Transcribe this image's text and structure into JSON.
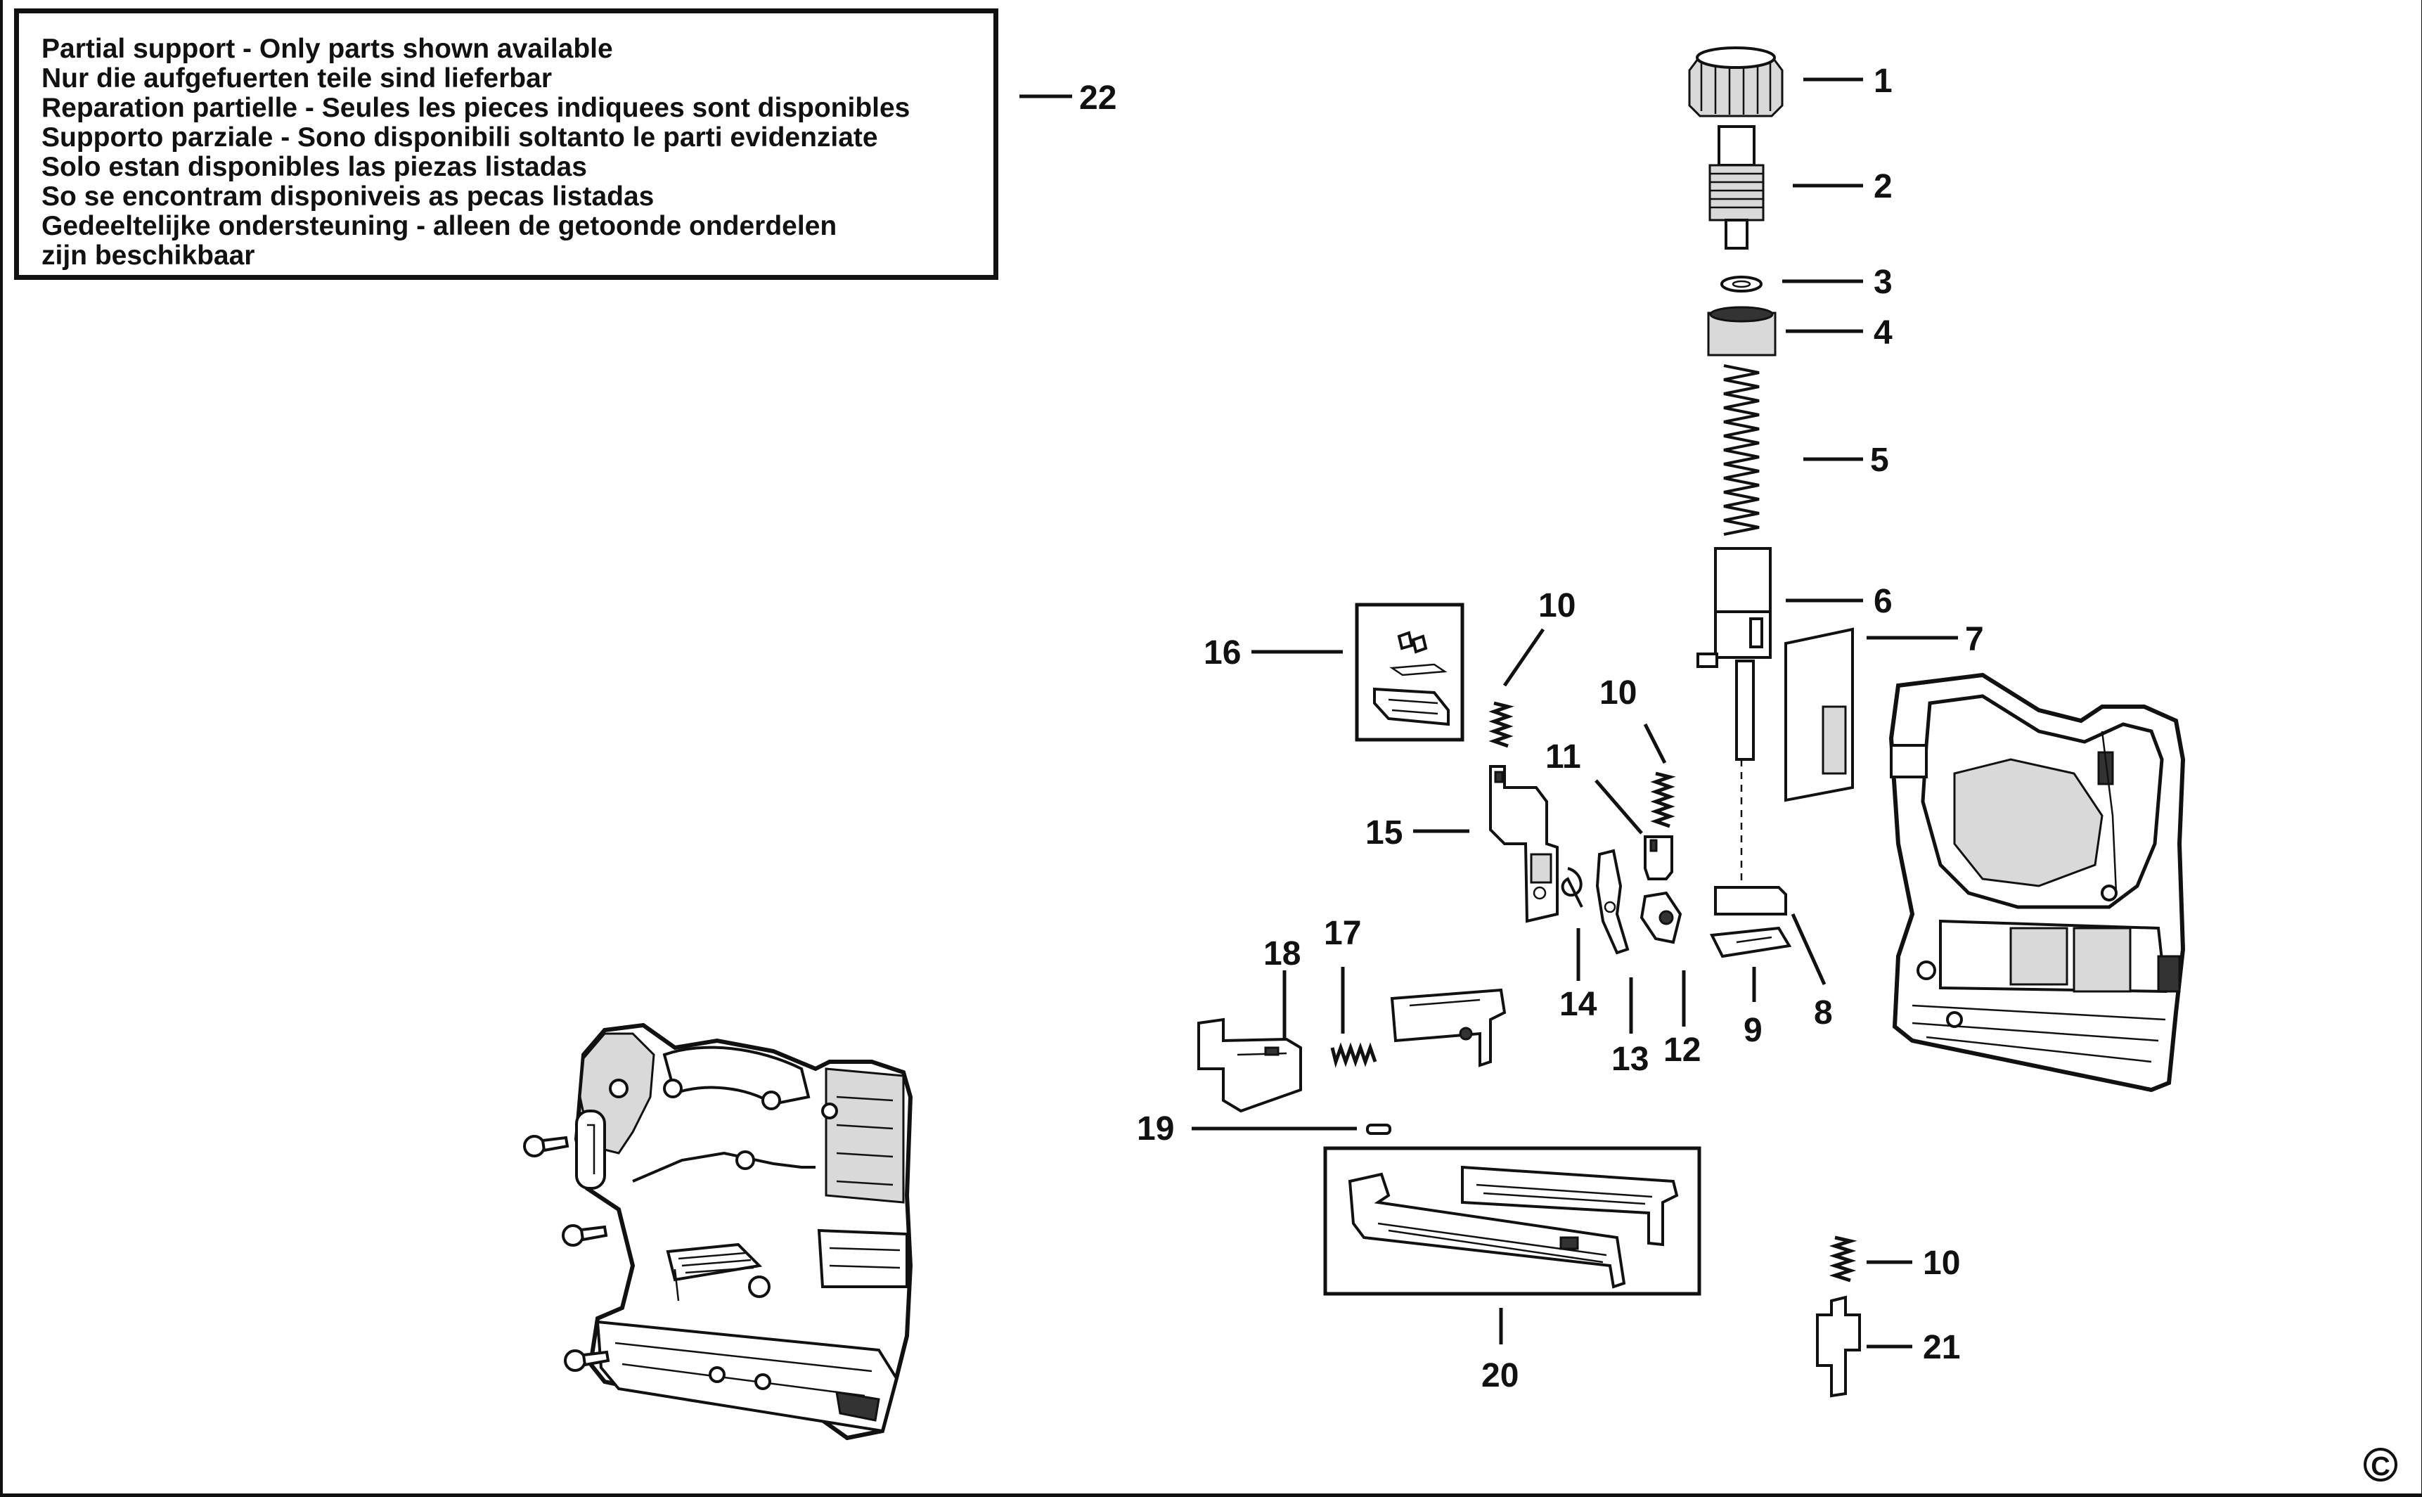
{
  "notice": {
    "lines": [
      "Partial support - Only parts shown available",
      "Nur die aufgefuerten teile sind lieferbar",
      "Reparation partielle - Seules les pieces indiquees sont disponibles",
      "Supporto parziale - Sono disponibili soltanto le parti evidenziate",
      "Solo estan disponibles las piezas listadas",
      "So se encontram disponiveis as pecas listadas",
      "Gedeeltelijke ondersteuning - alleen de getoonde onderdelen",
      "zijn beschikbaar"
    ]
  },
  "callouts": {
    "c1": "1",
    "c2": "2",
    "c3": "3",
    "c4": "4",
    "c5": "5",
    "c6": "6",
    "c7": "7",
    "c8": "8",
    "c9": "9",
    "c10a": "10",
    "c10b": "10",
    "c10c": "10",
    "c11": "11",
    "c12": "12",
    "c13": "13",
    "c14": "14",
    "c15": "15",
    "c16": "16",
    "c17": "17",
    "c18": "18",
    "c19": "19",
    "c20": "20",
    "c21": "21",
    "c22": "22"
  },
  "copyright": "C"
}
